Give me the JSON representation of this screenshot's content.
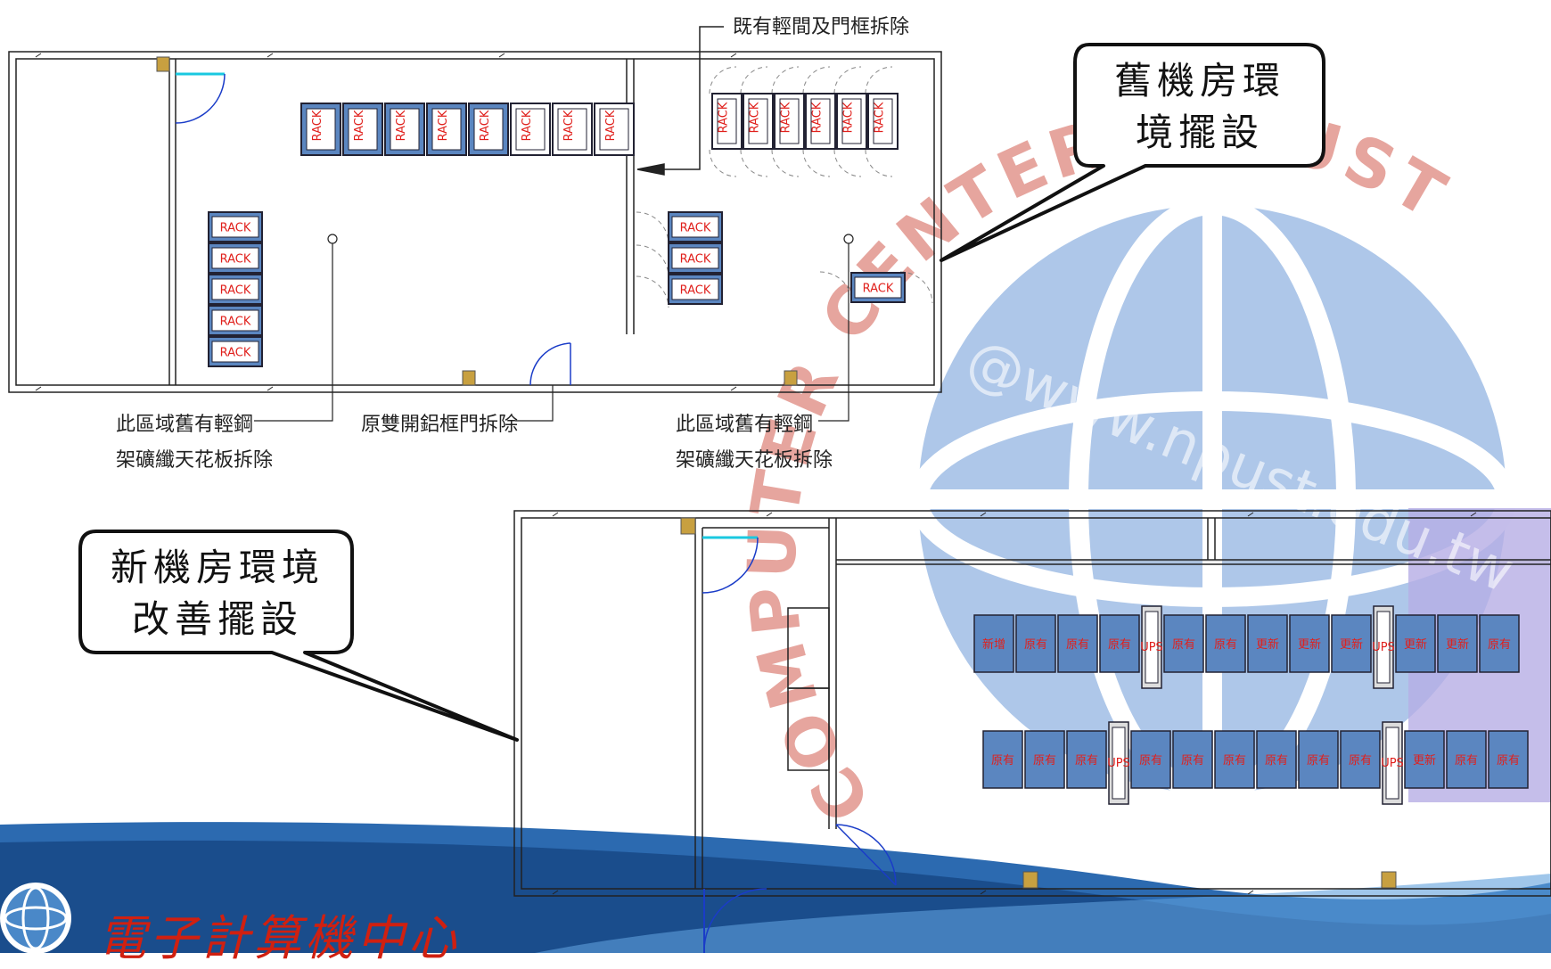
{
  "old_layout": {
    "callout": [
      "舊機房環",
      "境擺設"
    ],
    "annotation_top": "既有輕間及門框拆除",
    "annotation_left": [
      "此區域舊有輕鋼",
      "架礦纖天花板拆除"
    ],
    "annotation_door": "原雙開鋁框門拆除",
    "annotation_right": [
      "此區域舊有輕鋼",
      "架礦纖天花板拆除"
    ],
    "rack_label": "RACK"
  },
  "new_layout": {
    "callout": [
      "新機房環境",
      "改善擺設"
    ],
    "row1": [
      "新增",
      "原有",
      "原有",
      "原有",
      "UPS",
      "原有",
      "原有",
      "更新",
      "更新",
      "更新",
      "UPS",
      "更新",
      "更新",
      "原有"
    ],
    "row2": [
      "原有",
      "原有",
      "原有",
      "UPS",
      "原有",
      "原有",
      "原有",
      "原有",
      "原有",
      "原有",
      "UPS",
      "更新",
      "原有",
      "原有"
    ]
  },
  "watermark": {
    "arc_text": "COMPUTER CENTER/ NPUST",
    "url": "@www.npust.edu.tw"
  },
  "footer": {
    "logo_text": "電子計算機中心"
  },
  "colors": {
    "rack_blue": "#5b86c0",
    "rack_text": "#e0201c",
    "wall": "#222222",
    "door": "#1a3cc8",
    "watermark_blue": "#3a78c8",
    "watermark_red": "#c83a2a"
  }
}
